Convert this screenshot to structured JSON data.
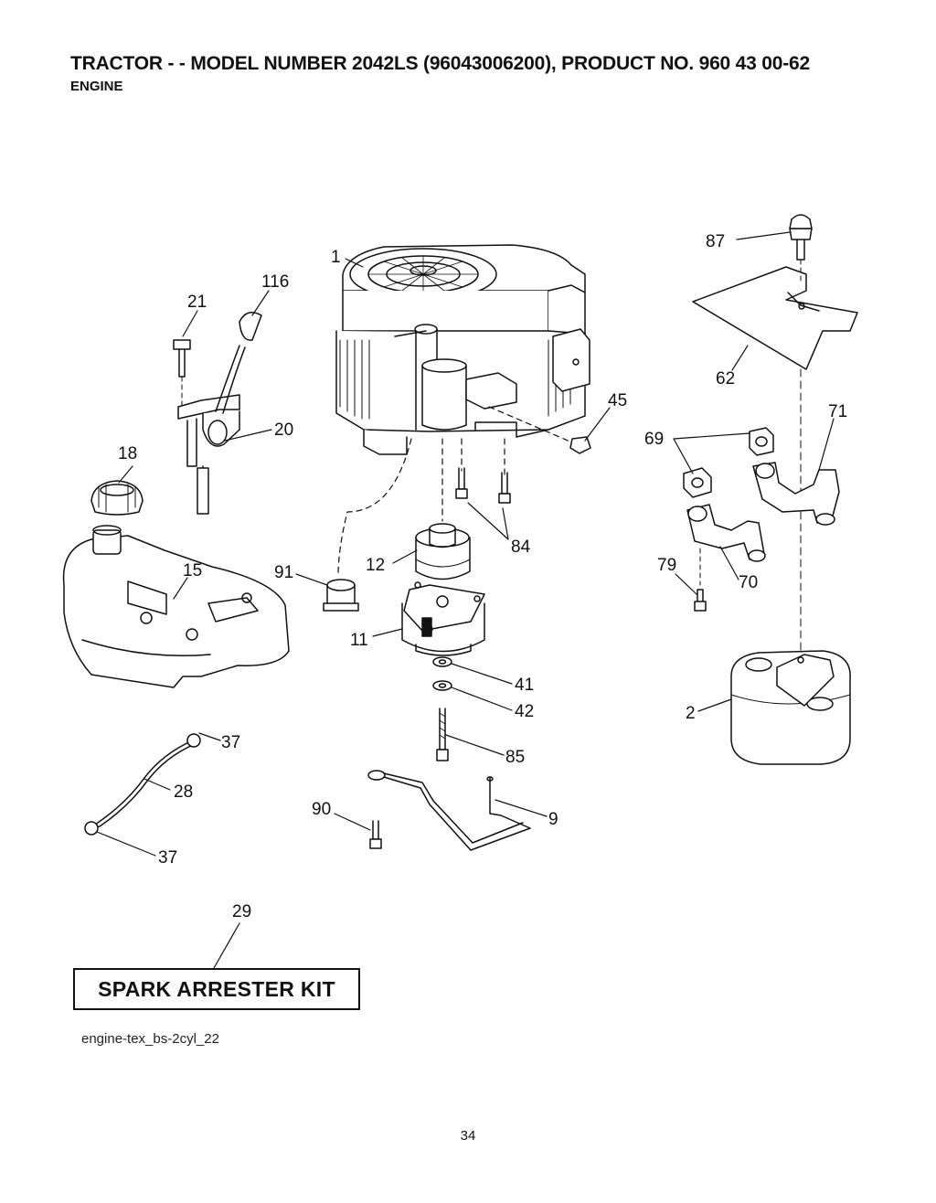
{
  "header": {
    "title": "TRACTOR - - MODEL NUMBER 2042LS (96043006200), PRODUCT NO. 960 43 00-62",
    "subtitle": "ENGINE"
  },
  "callouts": [
    {
      "id": "c1",
      "text": "1"
    },
    {
      "id": "c116",
      "text": "116"
    },
    {
      "id": "c21",
      "text": "21"
    },
    {
      "id": "c20",
      "text": "20"
    },
    {
      "id": "c18",
      "text": "18"
    },
    {
      "id": "c15",
      "text": "15"
    },
    {
      "id": "c91",
      "text": "91"
    },
    {
      "id": "c12",
      "text": "12"
    },
    {
      "id": "c11",
      "text": "11"
    },
    {
      "id": "c84",
      "text": "84"
    },
    {
      "id": "c45",
      "text": "45"
    },
    {
      "id": "c41",
      "text": "41"
    },
    {
      "id": "c42",
      "text": "42"
    },
    {
      "id": "c85",
      "text": "85"
    },
    {
      "id": "c37a",
      "text": "37"
    },
    {
      "id": "c28",
      "text": "28"
    },
    {
      "id": "c37b",
      "text": "37"
    },
    {
      "id": "c90",
      "text": "90"
    },
    {
      "id": "c9",
      "text": "9"
    },
    {
      "id": "c87",
      "text": "87"
    },
    {
      "id": "c62",
      "text": "62"
    },
    {
      "id": "c71",
      "text": "71"
    },
    {
      "id": "c69",
      "text": "69"
    },
    {
      "id": "c79",
      "text": "79"
    },
    {
      "id": "c70",
      "text": "70"
    },
    {
      "id": "c2",
      "text": "2"
    },
    {
      "id": "c29",
      "text": "29"
    }
  ],
  "kit_label": "SPARK ARRESTER KIT",
  "file_name": "engine-tex_bs-2cyl_22",
  "page_number": "34"
}
